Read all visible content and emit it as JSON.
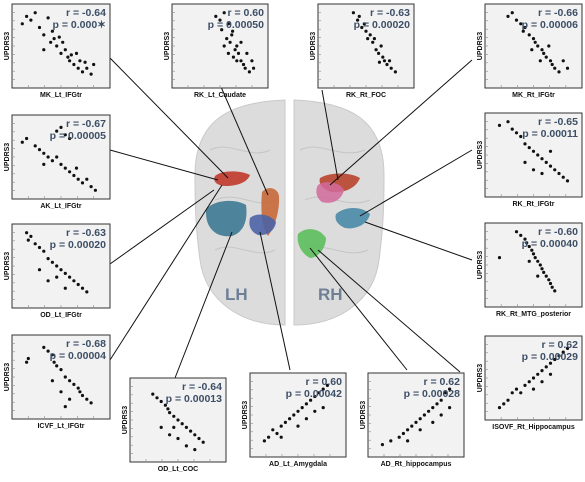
{
  "brain": {
    "left_label": "LH",
    "right_label": "RH"
  },
  "ylabel": "UPDRS3",
  "regions": {
    "mk_lt_ifgtr": {
      "color": "#c0392b"
    },
    "rk_lt_caudate": {
      "color": "#c8683a"
    },
    "rk_rt_foc": {
      "color": "#b8442e"
    },
    "mk_rt_ifgtr": {
      "color": "#c24a5a"
    },
    "ak_lt_ifgtr": {
      "color": "#3d7a93"
    },
    "rk_rt_ifgtr": {
      "color": "#4a8aa6"
    },
    "ad_lt_amygdala": {
      "color": "#4d63a6"
    },
    "ad_rt_hippocampus": {
      "color": "#5cbf5c"
    },
    "rt_pink": {
      "color": "#d16a9b"
    }
  },
  "chart_data": [
    {
      "type": "scatter",
      "title": "MK_Lt_IFGtr",
      "ylabel": "UPDRS3",
      "r": "r = -0.64",
      "p": "p = 0.000✶",
      "points": [
        [
          0.05,
          0.8
        ],
        [
          0.1,
          0.9
        ],
        [
          0.15,
          0.85
        ],
        [
          0.2,
          0.95
        ],
        [
          0.25,
          0.75
        ],
        [
          0.3,
          0.65
        ],
        [
          0.35,
          0.88
        ],
        [
          0.38,
          0.55
        ],
        [
          0.4,
          0.7
        ],
        [
          0.45,
          0.5
        ],
        [
          0.48,
          0.62
        ],
        [
          0.5,
          0.4
        ],
        [
          0.55,
          0.45
        ],
        [
          0.58,
          0.35
        ],
        [
          0.6,
          0.3
        ],
        [
          0.62,
          0.38
        ],
        [
          0.65,
          0.25
        ],
        [
          0.7,
          0.2
        ],
        [
          0.72,
          0.3
        ],
        [
          0.75,
          0.15
        ],
        [
          0.8,
          0.2
        ],
        [
          0.85,
          0.12
        ],
        [
          0.3,
          0.45
        ],
        [
          0.42,
          0.6
        ],
        [
          0.52,
          0.55
        ],
        [
          0.68,
          0.4
        ],
        [
          0.78,
          0.28
        ],
        [
          0.88,
          0.25
        ]
      ]
    },
    {
      "type": "scatter",
      "title": "RK_Lt_Caudate",
      "ylabel": "UPDRS3",
      "r": "r = 0.60",
      "p": "p = 0.00050",
      "points": [
        [
          0.45,
          0.9
        ],
        [
          0.55,
          0.95
        ],
        [
          0.5,
          0.85
        ],
        [
          0.6,
          0.8
        ],
        [
          0.52,
          0.72
        ],
        [
          0.65,
          0.7
        ],
        [
          0.58,
          0.6
        ],
        [
          0.62,
          0.55
        ],
        [
          0.7,
          0.5
        ],
        [
          0.68,
          0.45
        ],
        [
          0.72,
          0.4
        ],
        [
          0.66,
          0.35
        ],
        [
          0.75,
          0.3
        ],
        [
          0.78,
          0.25
        ],
        [
          0.8,
          0.2
        ],
        [
          0.85,
          0.15
        ],
        [
          0.7,
          0.3
        ],
        [
          0.6,
          0.4
        ],
        [
          0.55,
          0.5
        ],
        [
          0.82,
          0.4
        ],
        [
          0.88,
          0.3
        ],
        [
          0.9,
          0.2
        ],
        [
          0.75,
          0.55
        ],
        [
          0.64,
          0.65
        ]
      ]
    },
    {
      "type": "scatter",
      "title": "RK_Rt_FOC",
      "ylabel": "UPDRS3",
      "r": "r = -0.63",
      "p": "p = 0.00020",
      "points": [
        [
          0.35,
          0.95
        ],
        [
          0.4,
          0.85
        ],
        [
          0.42,
          0.9
        ],
        [
          0.45,
          0.75
        ],
        [
          0.5,
          0.7
        ],
        [
          0.55,
          0.65
        ],
        [
          0.6,
          0.6
        ],
        [
          0.58,
          0.55
        ],
        [
          0.62,
          0.45
        ],
        [
          0.65,
          0.4
        ],
        [
          0.7,
          0.35
        ],
        [
          0.72,
          0.3
        ],
        [
          0.75,
          0.25
        ],
        [
          0.8,
          0.2
        ],
        [
          0.68,
          0.5
        ],
        [
          0.52,
          0.6
        ],
        [
          0.48,
          0.8
        ],
        [
          0.78,
          0.3
        ],
        [
          0.85,
          0.15
        ],
        [
          0.66,
          0.28
        ]
      ]
    },
    {
      "type": "scatter",
      "title": "MK_Rt_IFGtr",
      "ylabel": "UPDRS3",
      "r": "r = -0.66",
      "p": "p = 0.00006",
      "points": [
        [
          0.2,
          0.9
        ],
        [
          0.25,
          0.95
        ],
        [
          0.3,
          0.85
        ],
        [
          0.35,
          0.8
        ],
        [
          0.38,
          0.7
        ],
        [
          0.4,
          0.75
        ],
        [
          0.45,
          0.65
        ],
        [
          0.5,
          0.6
        ],
        [
          0.52,
          0.55
        ],
        [
          0.55,
          0.5
        ],
        [
          0.6,
          0.45
        ],
        [
          0.62,
          0.4
        ],
        [
          0.65,
          0.35
        ],
        [
          0.7,
          0.3
        ],
        [
          0.72,
          0.25
        ],
        [
          0.75,
          0.2
        ],
        [
          0.8,
          0.15
        ],
        [
          0.85,
          0.3
        ],
        [
          0.9,
          0.2
        ],
        [
          0.58,
          0.3
        ],
        [
          0.48,
          0.45
        ],
        [
          0.68,
          0.5
        ]
      ]
    },
    {
      "type": "scatter",
      "title": "AK_Lt_IFGtr",
      "ylabel": "UPDRS3",
      "r": "r = -0.67",
      "p": "p = 0.00005",
      "points": [
        [
          0.05,
          0.7
        ],
        [
          0.1,
          0.75
        ],
        [
          0.2,
          0.65
        ],
        [
          0.25,
          0.6
        ],
        [
          0.3,
          0.55
        ],
        [
          0.35,
          0.5
        ],
        [
          0.4,
          0.45
        ],
        [
          0.45,
          0.5
        ],
        [
          0.5,
          0.4
        ],
        [
          0.55,
          0.35
        ],
        [
          0.6,
          0.3
        ],
        [
          0.65,
          0.25
        ],
        [
          0.7,
          0.2
        ],
        [
          0.75,
          0.15
        ],
        [
          0.8,
          0.2
        ],
        [
          0.85,
          0.1
        ],
        [
          0.45,
          0.85
        ],
        [
          0.5,
          0.9
        ],
        [
          0.55,
          0.8
        ],
        [
          0.6,
          0.75
        ],
        [
          0.3,
          0.4
        ],
        [
          0.68,
          0.35
        ],
        [
          0.9,
          0.05
        ]
      ]
    },
    {
      "type": "scatter",
      "title": "RK_Rt_IFGtr",
      "ylabel": "UPDRS3",
      "r": "r = -0.65",
      "p": "p = 0.00011",
      "points": [
        [
          0.1,
          0.9
        ],
        [
          0.2,
          0.95
        ],
        [
          0.25,
          0.85
        ],
        [
          0.3,
          0.8
        ],
        [
          0.35,
          0.75
        ],
        [
          0.4,
          0.65
        ],
        [
          0.45,
          0.6
        ],
        [
          0.5,
          0.55
        ],
        [
          0.55,
          0.5
        ],
        [
          0.6,
          0.45
        ],
        [
          0.65,
          0.4
        ],
        [
          0.7,
          0.35
        ],
        [
          0.75,
          0.3
        ],
        [
          0.8,
          0.25
        ],
        [
          0.85,
          0.2
        ],
        [
          0.9,
          0.15
        ],
        [
          0.5,
          0.3
        ],
        [
          0.6,
          0.25
        ],
        [
          0.4,
          0.4
        ],
        [
          0.7,
          0.55
        ]
      ]
    },
    {
      "type": "scatter",
      "title": "OD_Lt_IFGtr",
      "ylabel": "UPDRS3",
      "r": "r = -0.63",
      "p": "p = 0.00020",
      "points": [
        [
          0.1,
          0.95
        ],
        [
          0.15,
          0.9
        ],
        [
          0.12,
          0.85
        ],
        [
          0.2,
          0.8
        ],
        [
          0.25,
          0.75
        ],
        [
          0.3,
          0.7
        ],
        [
          0.35,
          0.6
        ],
        [
          0.4,
          0.55
        ],
        [
          0.45,
          0.5
        ],
        [
          0.5,
          0.45
        ],
        [
          0.55,
          0.4
        ],
        [
          0.6,
          0.35
        ],
        [
          0.65,
          0.3
        ],
        [
          0.7,
          0.25
        ],
        [
          0.75,
          0.2
        ],
        [
          0.8,
          0.15
        ],
        [
          0.25,
          0.45
        ],
        [
          0.35,
          0.3
        ],
        [
          0.45,
          0.35
        ],
        [
          0.55,
          0.2
        ]
      ]
    },
    {
      "type": "scatter",
      "title": "RK_Rt_MTG_posterior",
      "ylabel": "UPDRS3",
      "r": "r = -0.60",
      "p": "p = 0.00040",
      "points": [
        [
          0.3,
          0.95
        ],
        [
          0.35,
          0.9
        ],
        [
          0.4,
          0.85
        ],
        [
          0.42,
          0.8
        ],
        [
          0.45,
          0.75
        ],
        [
          0.48,
          0.7
        ],
        [
          0.5,
          0.65
        ],
        [
          0.52,
          0.6
        ],
        [
          0.55,
          0.55
        ],
        [
          0.58,
          0.5
        ],
        [
          0.6,
          0.45
        ],
        [
          0.62,
          0.4
        ],
        [
          0.65,
          0.35
        ],
        [
          0.68,
          0.3
        ],
        [
          0.7,
          0.25
        ],
        [
          0.72,
          0.2
        ],
        [
          0.75,
          0.15
        ],
        [
          0.1,
          0.6
        ],
        [
          0.45,
          0.55
        ],
        [
          0.55,
          0.35
        ]
      ]
    },
    {
      "type": "scatter",
      "title": "ICVF_Lt_IFGtr",
      "ylabel": "UPDRS3",
      "r": "r = -0.68",
      "p": "p = 0.00004",
      "points": [
        [
          0.1,
          0.7
        ],
        [
          0.12,
          0.75
        ],
        [
          0.3,
          0.9
        ],
        [
          0.35,
          0.85
        ],
        [
          0.4,
          0.8
        ],
        [
          0.42,
          0.7
        ],
        [
          0.45,
          0.65
        ],
        [
          0.5,
          0.6
        ],
        [
          0.55,
          0.5
        ],
        [
          0.6,
          0.45
        ],
        [
          0.65,
          0.4
        ],
        [
          0.7,
          0.35
        ],
        [
          0.72,
          0.3
        ],
        [
          0.75,
          0.25
        ],
        [
          0.8,
          0.2
        ],
        [
          0.85,
          0.15
        ],
        [
          0.5,
          0.3
        ],
        [
          0.6,
          0.2
        ],
        [
          0.55,
          0.1
        ],
        [
          0.4,
          0.45
        ]
      ]
    },
    {
      "type": "scatter",
      "title": "OD_Lt_COC",
      "ylabel": "UPDRS3",
      "r": "r = -0.64",
      "p": "p = 0.00013",
      "points": [
        [
          0.2,
          0.85
        ],
        [
          0.25,
          0.8
        ],
        [
          0.3,
          0.75
        ],
        [
          0.35,
          0.7
        ],
        [
          0.38,
          0.65
        ],
        [
          0.4,
          0.6
        ],
        [
          0.45,
          0.55
        ],
        [
          0.5,
          0.5
        ],
        [
          0.55,
          0.45
        ],
        [
          0.6,
          0.4
        ],
        [
          0.65,
          0.35
        ],
        [
          0.7,
          0.3
        ],
        [
          0.75,
          0.25
        ],
        [
          0.8,
          0.2
        ],
        [
          0.4,
          0.3
        ],
        [
          0.5,
          0.25
        ],
        [
          0.6,
          0.15
        ],
        [
          0.3,
          0.4
        ],
        [
          0.45,
          0.4
        ],
        [
          0.7,
          0.1
        ]
      ]
    },
    {
      "type": "scatter",
      "title": "AD_Lt_Amygdala",
      "ylabel": "UPDRS3",
      "r": "r = 0.60",
      "p": "p = 0.00042",
      "points": [
        [
          0.1,
          0.15
        ],
        [
          0.15,
          0.2
        ],
        [
          0.2,
          0.3
        ],
        [
          0.25,
          0.25
        ],
        [
          0.3,
          0.35
        ],
        [
          0.35,
          0.4
        ],
        [
          0.4,
          0.45
        ],
        [
          0.45,
          0.5
        ],
        [
          0.5,
          0.55
        ],
        [
          0.55,
          0.6
        ],
        [
          0.6,
          0.65
        ],
        [
          0.65,
          0.7
        ],
        [
          0.7,
          0.75
        ],
        [
          0.75,
          0.8
        ],
        [
          0.8,
          0.85
        ],
        [
          0.85,
          0.9
        ],
        [
          0.3,
          0.2
        ],
        [
          0.5,
          0.35
        ],
        [
          0.6,
          0.45
        ],
        [
          0.7,
          0.55
        ],
        [
          0.8,
          0.6
        ]
      ]
    },
    {
      "type": "scatter",
      "title": "AD_Rt_hippocampus",
      "ylabel": "UPDRS3",
      "r": "r = 0.62",
      "p": "p = 0.00028",
      "points": [
        [
          0.1,
          0.1
        ],
        [
          0.2,
          0.15
        ],
        [
          0.3,
          0.2
        ],
        [
          0.35,
          0.25
        ],
        [
          0.4,
          0.3
        ],
        [
          0.45,
          0.35
        ],
        [
          0.5,
          0.4
        ],
        [
          0.55,
          0.45
        ],
        [
          0.6,
          0.5
        ],
        [
          0.65,
          0.55
        ],
        [
          0.7,
          0.6
        ],
        [
          0.75,
          0.65
        ],
        [
          0.8,
          0.7
        ],
        [
          0.85,
          0.8
        ],
        [
          0.9,
          0.85
        ],
        [
          0.4,
          0.15
        ],
        [
          0.55,
          0.3
        ],
        [
          0.7,
          0.4
        ],
        [
          0.8,
          0.5
        ],
        [
          0.9,
          0.6
        ]
      ]
    },
    {
      "type": "scatter",
      "title": "ISOVF_Rt_Hippocampus",
      "ylabel": "UPDRS3",
      "r": "r = 0.62",
      "p": "p = 0.00029",
      "points": [
        [
          0.1,
          0.1
        ],
        [
          0.15,
          0.15
        ],
        [
          0.2,
          0.2
        ],
        [
          0.25,
          0.3
        ],
        [
          0.3,
          0.35
        ],
        [
          0.35,
          0.3
        ],
        [
          0.4,
          0.4
        ],
        [
          0.45,
          0.45
        ],
        [
          0.5,
          0.5
        ],
        [
          0.55,
          0.55
        ],
        [
          0.6,
          0.6
        ],
        [
          0.65,
          0.65
        ],
        [
          0.7,
          0.7
        ],
        [
          0.75,
          0.75
        ],
        [
          0.8,
          0.8
        ],
        [
          0.85,
          0.85
        ],
        [
          0.9,
          0.9
        ],
        [
          0.5,
          0.35
        ],
        [
          0.6,
          0.45
        ],
        [
          0.7,
          0.55
        ]
      ]
    }
  ]
}
